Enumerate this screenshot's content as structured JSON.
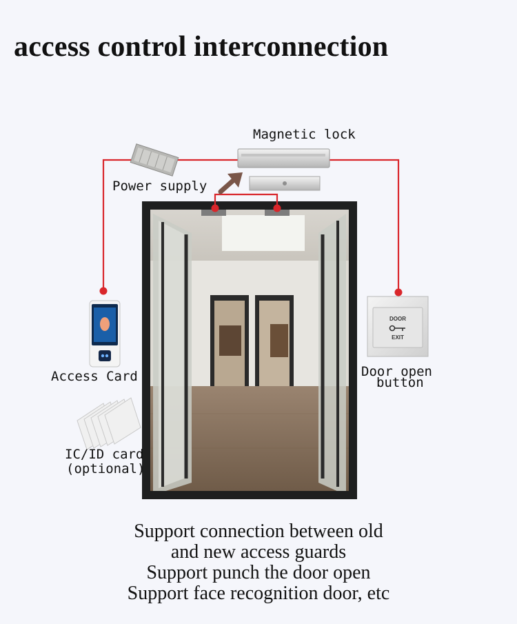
{
  "title": "access control interconnection",
  "labels": {
    "magnetic_lock": "Magnetic lock",
    "power_supply": "Power supply",
    "access_card": "Access Card",
    "door_open_button_line1": "Door open",
    "door_open_button_line2": "button",
    "ic_id_card_line1": "IC/ID card",
    "ic_id_card_line2": "(optional)",
    "exit_button_top": "DOOR",
    "exit_button_bottom": "EXIT"
  },
  "captions": [
    "Support connection between old",
    "and new access guards",
    "Support punch the door open",
    "Support face recognition door, etc"
  ],
  "colors": {
    "wire": "#d9262b",
    "background": "#f5f6fb",
    "door_frame": "#1e1f1f"
  }
}
